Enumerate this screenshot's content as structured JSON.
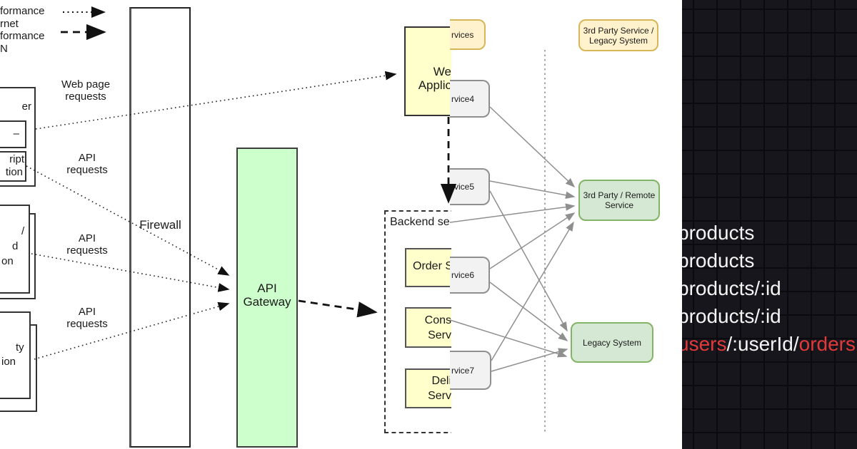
{
  "legend": {
    "l1": "formance",
    "l2": "rnet",
    "l3": "formance",
    "l4": "N"
  },
  "flow_labels": {
    "web_page": {
      "l1": "Web page",
      "l2": "requests"
    },
    "api1": {
      "l1": "API",
      "l2": "requests"
    },
    "api2": {
      "l1": "API",
      "l2": "requests"
    },
    "api3": {
      "l1": "API",
      "l2": "requests"
    }
  },
  "clients": {
    "browser_title": "er",
    "browser_inner1": "–",
    "browser_inner2_l1": "ript",
    "browser_inner2_l2": "tion",
    "client2_l1": "/",
    "client2_l2": "d",
    "client2_l3": "on",
    "client3_l1": "ty",
    "client3_l2": "ion"
  },
  "firewall_label": "Firewall",
  "api_gateway": {
    "l1": "API",
    "l2": "Gateway"
  },
  "web_application": {
    "l1": "We",
    "l2": "Applic"
  },
  "backend": {
    "label": "Backend se",
    "order": "Order S",
    "consumer_l1": "Cons",
    "consumer_l2": "Serv",
    "delivery_l1": "Deli",
    "delivery_l2": "Serv"
  },
  "services": {
    "header": "rvices",
    "s4": "rvice4",
    "s5": "rvice5",
    "s6": "rvice6",
    "s7": "rvice7",
    "third_party_header_l1": "3rd Party Service /",
    "third_party_header_l2": "Legacy System",
    "remote_l1": "3rd Party / Remote",
    "remote_l2": "Service",
    "legacy": "Legacy System"
  },
  "routes": {
    "r1": "products",
    "r2": "products",
    "r3": "products/:id",
    "r4": "products/:id",
    "r5a": "users",
    "r5b": "/:userId/",
    "r5c": "orders"
  },
  "colors": {
    "route_text": "#f4f4f4",
    "route_accent": "#e23a3a",
    "panel_bg": "#16161c",
    "yellow_fill": "#ffffcc",
    "cream_fill": "#fff2cc",
    "cream_border": "#d6b656",
    "gray_fill": "#f2f2f2",
    "gateway_green": "#ccffcc",
    "green_fill": "#d5e8d4",
    "green_border": "#82b366"
  }
}
